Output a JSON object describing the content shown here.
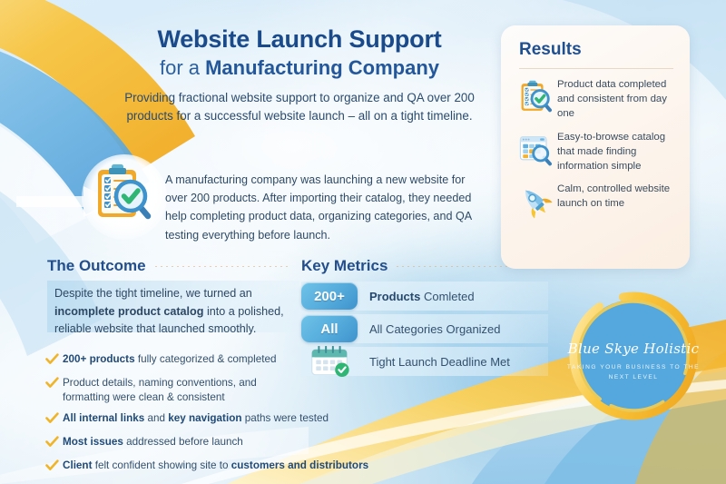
{
  "header": {
    "title_line1": "Website Launch Support",
    "title_line2_pre": "for a ",
    "title_line2_strong": "Manufacturing Company",
    "subhead": "Providing fractional website support to organize and QA over 200 products for a successful website launch – all on a tight timeline."
  },
  "intro": {
    "icon": "clipboard-magnifier-icon",
    "text": "A manufacturing company was launching a new website for over 200 products. After importing their catalog, they needed help completing product data, organizing categories, and QA testing everything before launch."
  },
  "results": {
    "heading": "Results",
    "items": [
      {
        "icon": "clipboard-magnifier-icon",
        "text": "Product data completed and consistent from day one"
      },
      {
        "icon": "browser-catalog-search-icon",
        "text": "Easy-to-browse catalog that made finding information simple"
      },
      {
        "icon": "rocket-icon",
        "text": "Calm, controlled website launch on time"
      }
    ]
  },
  "outcome": {
    "heading": "The Outcome",
    "statement_pre": "Despite the tight timeline, we turned an ",
    "statement_strong": "incomplete product catalog",
    "statement_post": " into a polished, reliable website that launched smoothly.",
    "checks": [
      {
        "icon": "check-icon",
        "strong": "200+ products",
        "rest": " fully categorized & completed"
      },
      {
        "icon": "check-icon",
        "strong": "",
        "rest": "Product details, naming conventions, and formatting were clean & consistent"
      },
      {
        "icon": "check-icon",
        "strong": "All internal links",
        "mid": " and ",
        "strong2": "key navigation",
        "rest": " paths were tested"
      },
      {
        "icon": "check-icon",
        "strong": "Most issues",
        "rest": " addressed before launch"
      },
      {
        "icon": "check-icon",
        "strong": "Client",
        "rest": " felt confident showing site to ",
        "strong3": "customers and distributors"
      }
    ]
  },
  "metrics": {
    "heading": "Key Metrics",
    "rows": [
      {
        "value": "200+",
        "icon": "",
        "label_strong": "Products",
        "label_rest": " Comleted"
      },
      {
        "value": "All",
        "icon": "",
        "label_strong": "",
        "label_rest": "All Categories Organized"
      },
      {
        "value": "",
        "icon": "calendar-check-icon",
        "label_strong": "",
        "label_rest": "Tight Launch Deadline Met"
      }
    ]
  },
  "logo": {
    "name": "Blue Skye Holistic",
    "tagline": "TAKING YOUR BUSINESS TO THE NEXT LEVEL"
  },
  "colors": {
    "title_navy": "#1a4a8a",
    "subtitle_blue": "#2c5f9e",
    "pill_blue": "#55abdb",
    "accent_gold": "#f2b233",
    "check_gold": "#f0b429",
    "body_text": "#33506e"
  }
}
